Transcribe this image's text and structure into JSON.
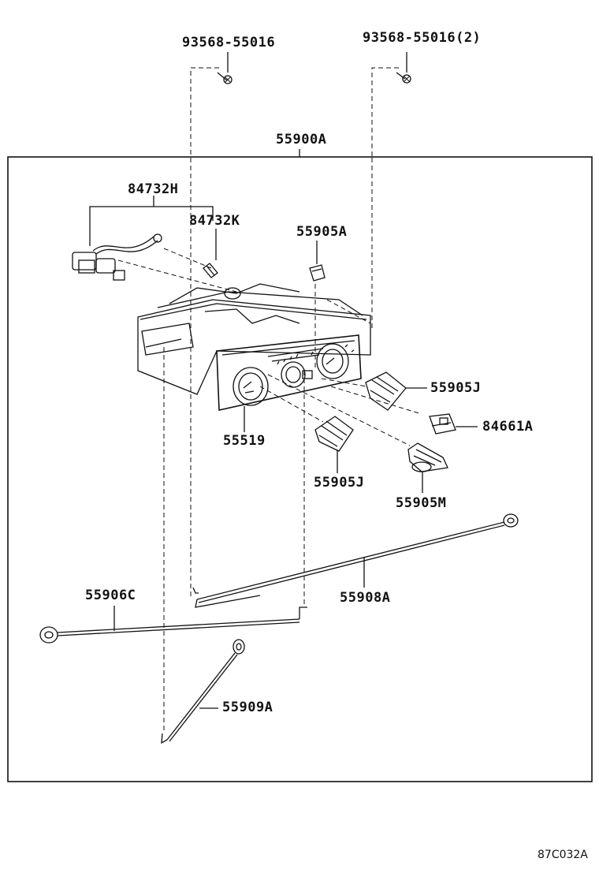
{
  "labels": {
    "screw_left": "93568-55016",
    "screw_right": "93568-55016(2)",
    "assembly": "55900A",
    "harness": "84732H",
    "bulb": "84732K",
    "knob_top": "55905A",
    "knob_right": "55905J",
    "switch": "84661A",
    "control_panel": "55519",
    "knob_lower": "55905J",
    "knob_mode": "55905M",
    "cable_right": "55908A",
    "cable_left": "55906C",
    "cable_bottom": "55909A"
  },
  "footer": {
    "drawing_code": "87C032A"
  }
}
